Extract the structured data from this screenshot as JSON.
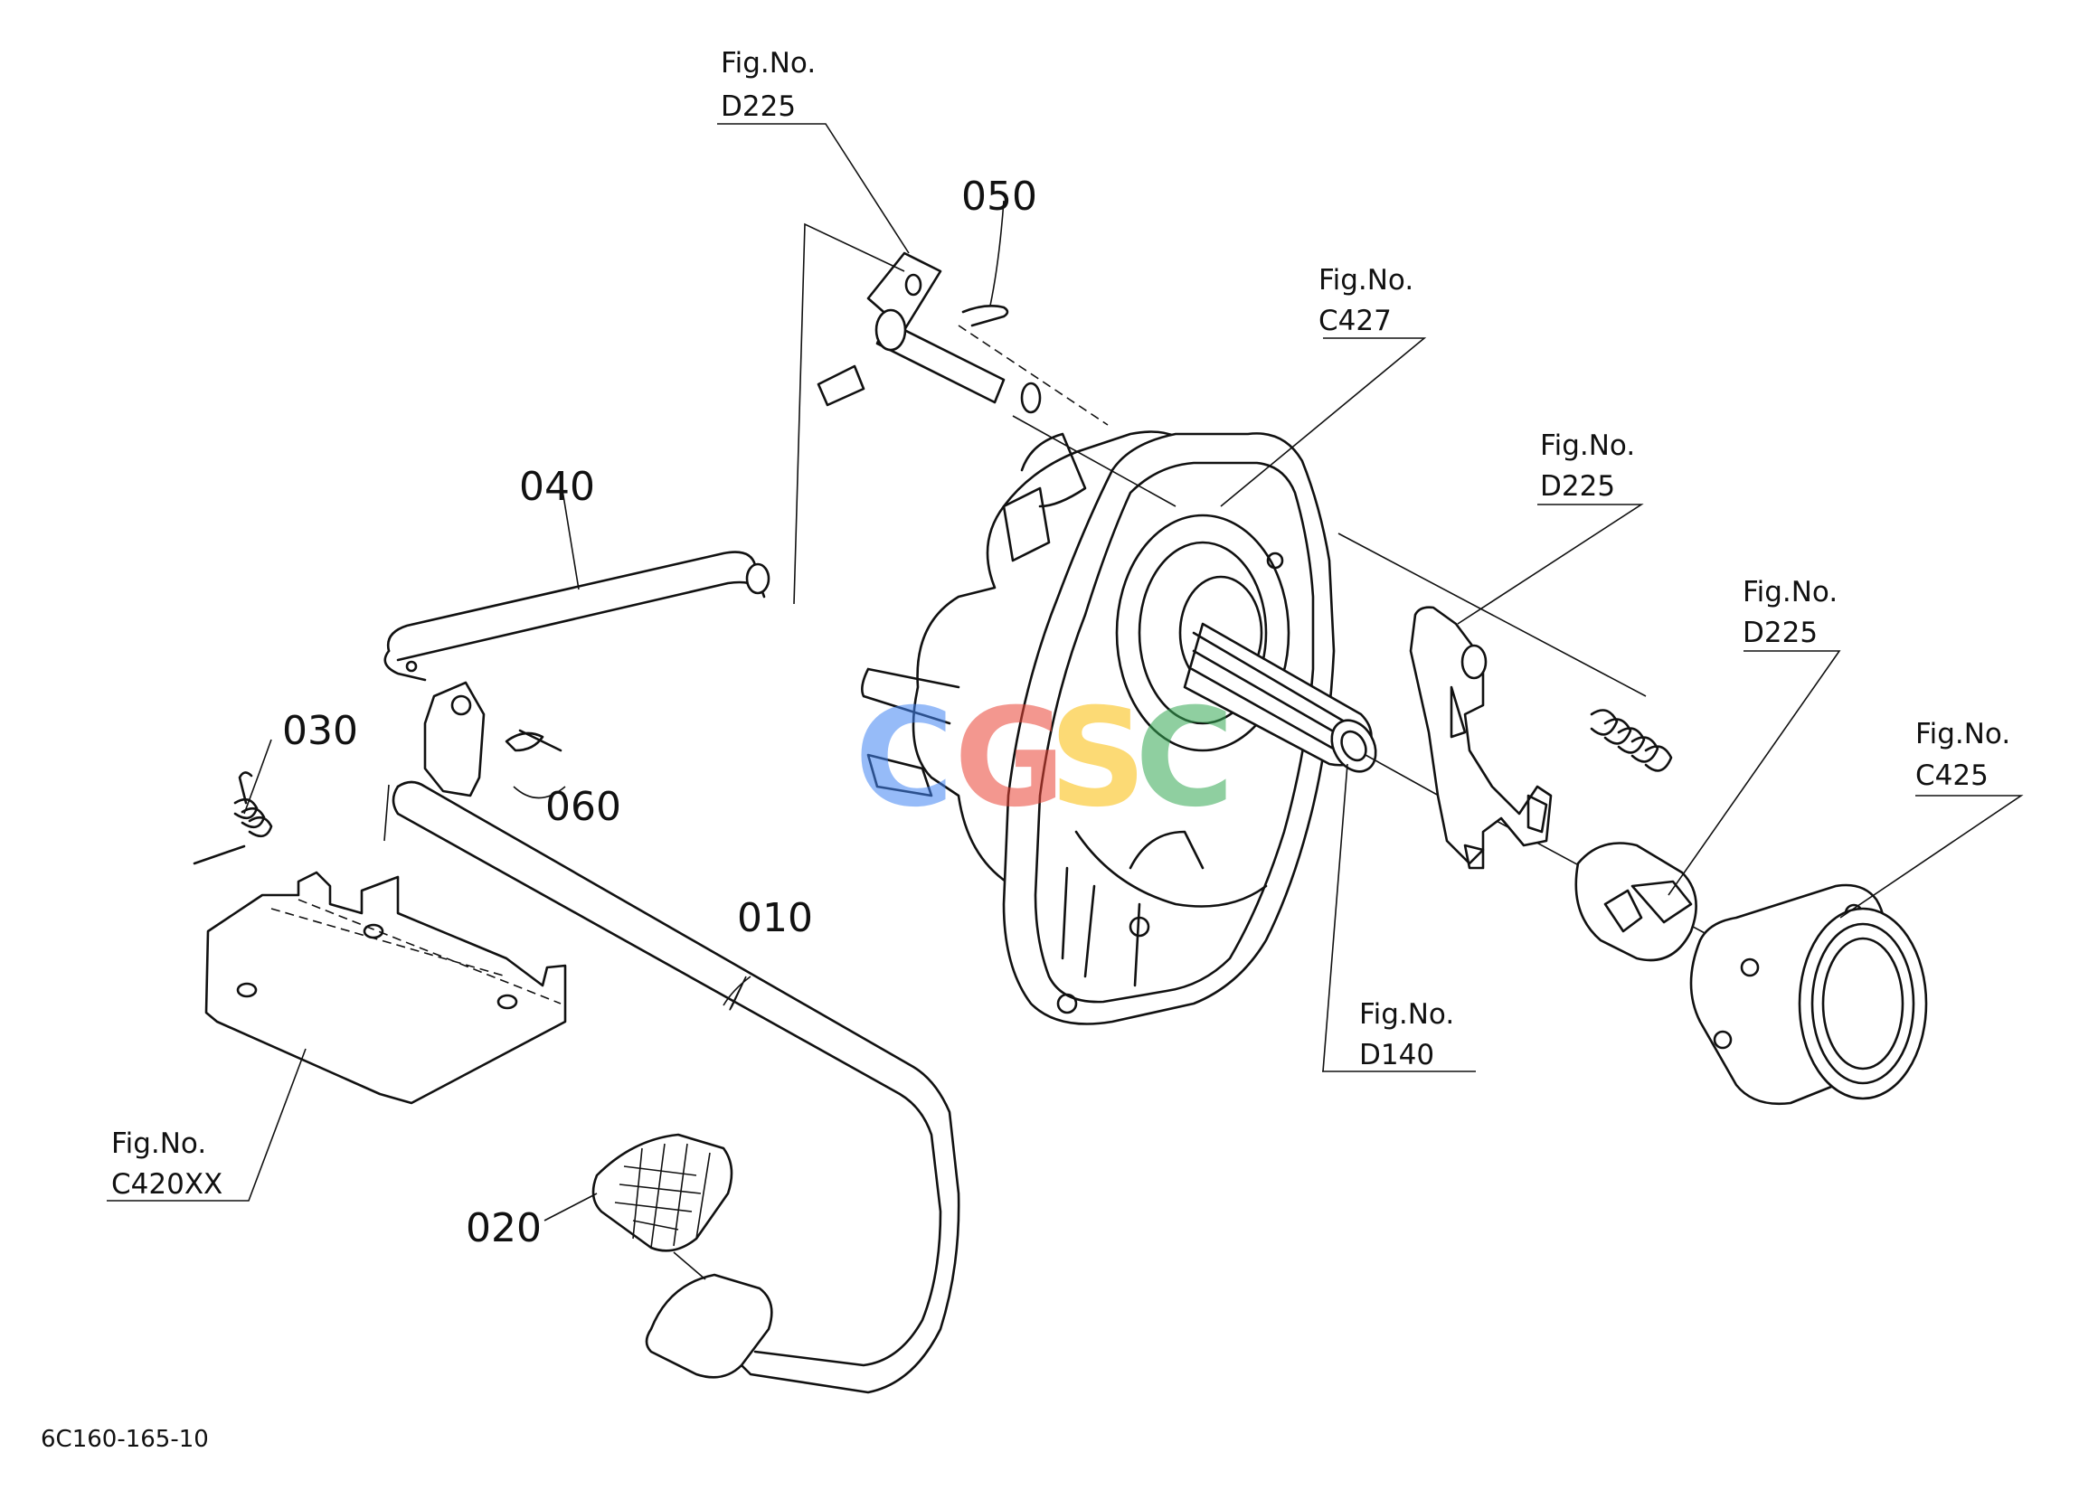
{
  "callouts": {
    "p010": "010",
    "p020": "020",
    "p030": "030",
    "p040": "040",
    "p050": "050",
    "p060": "060"
  },
  "figure_refs": {
    "top_d225": {
      "prefix": "Fig.No.",
      "code": "D225"
    },
    "c427": {
      "prefix": "Fig.No.",
      "code": "C427"
    },
    "right_d225_a": {
      "prefix": "Fig.No.",
      "code": "D225"
    },
    "right_d225_b": {
      "prefix": "Fig.No.",
      "code": "D225"
    },
    "c425": {
      "prefix": "Fig.No.",
      "code": "C425"
    },
    "d140": {
      "prefix": "Fig.No.",
      "code": "D140"
    },
    "c420xx": {
      "prefix": "Fig.No.",
      "code": "C420XX"
    }
  },
  "diagram_code": "6C160-165-10",
  "watermark": {
    "letters": [
      "C",
      "G",
      "S",
      "C"
    ],
    "colors": [
      "#4285F4",
      "#EA4335",
      "#FBBC05",
      "#34A853"
    ]
  }
}
